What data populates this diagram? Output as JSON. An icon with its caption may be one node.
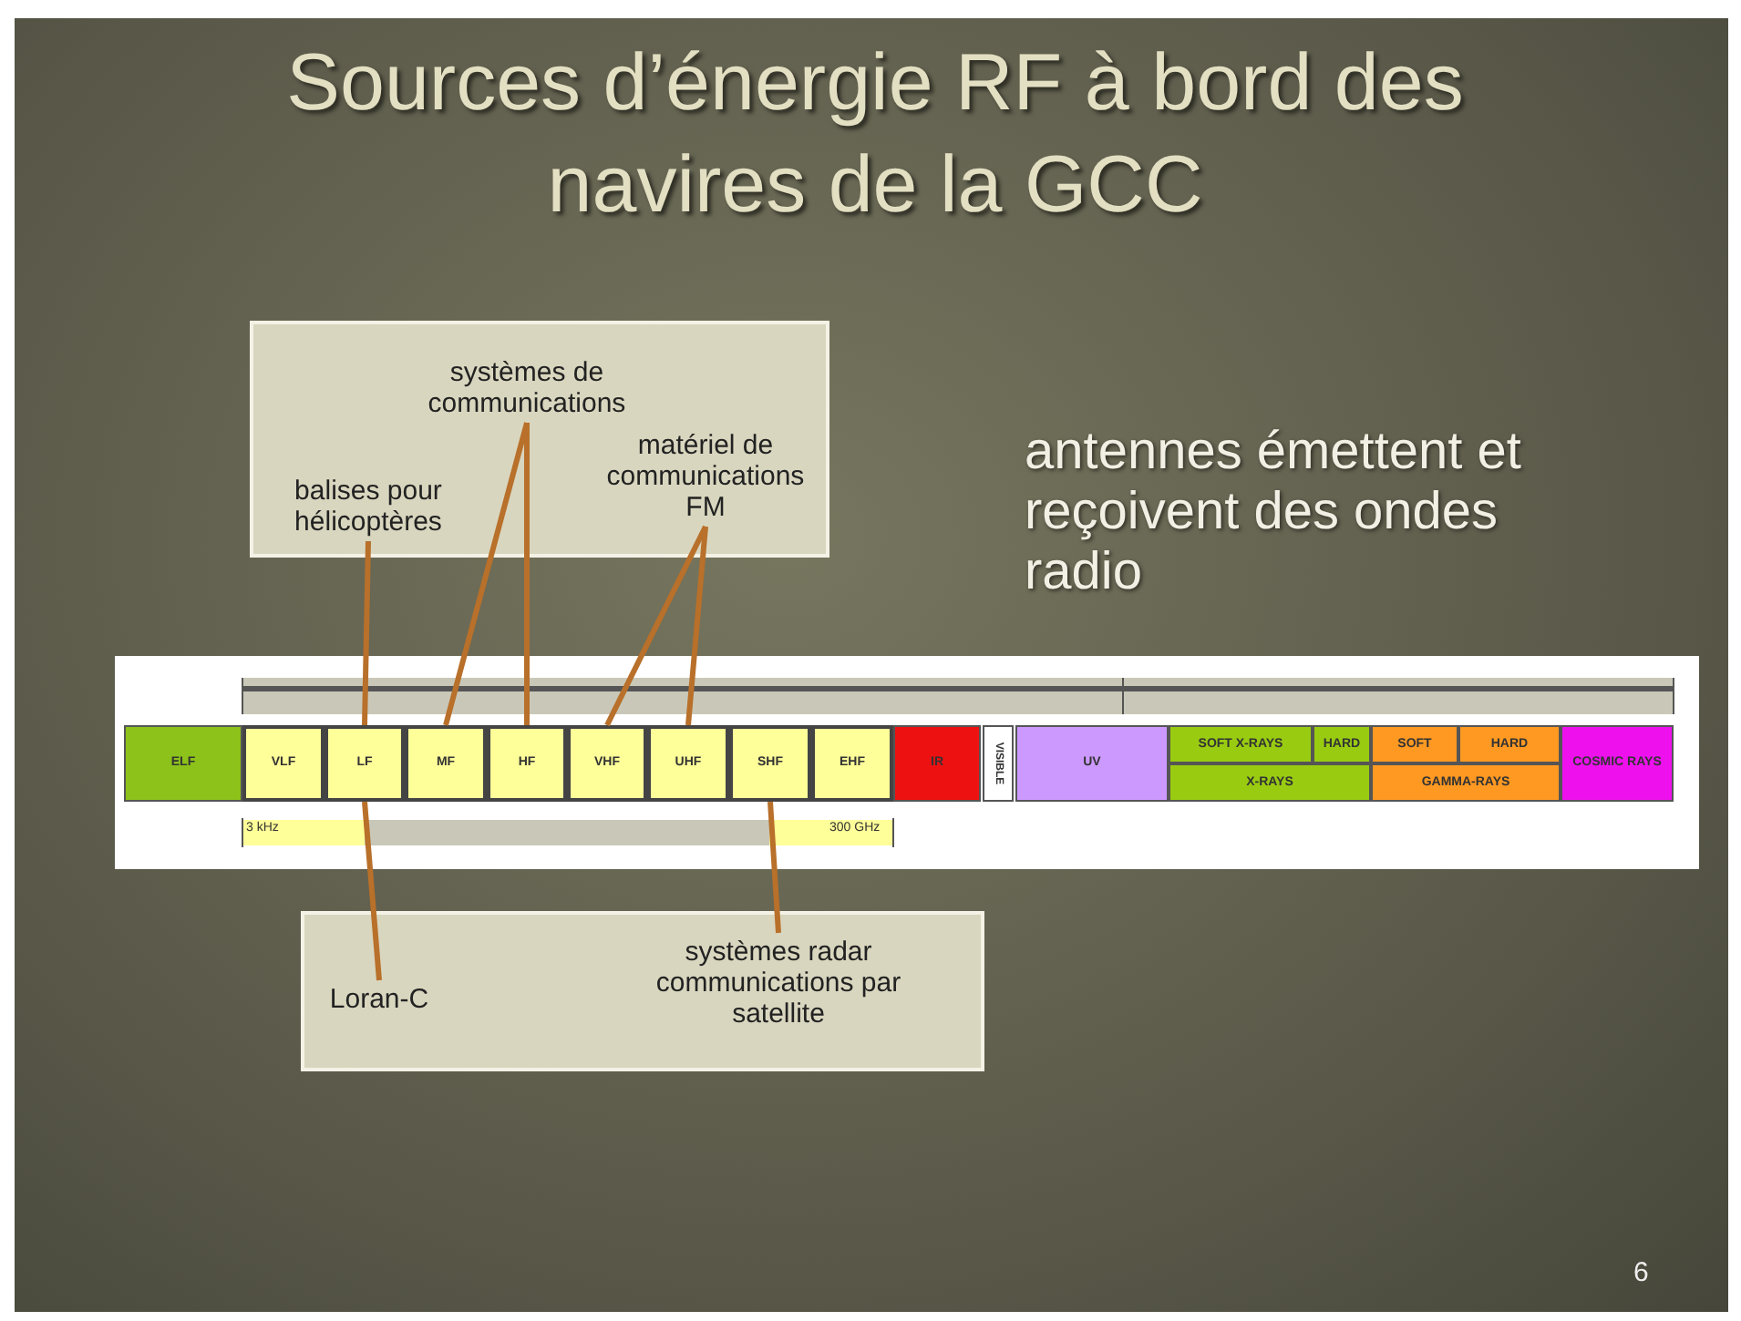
{
  "diagram": {
    "title": "Sources d’énergie RF à bord des navires de la GCC",
    "nodes": [
      {
        "text": [],
        "shape": "box"
      },
      {
        "text": [
          "systèmes de communications"
        ],
        "in": 0
      },
      {
        "text": [
          "balises pour hélicoptères"
        ],
        "in": 0
      },
      {
        "text": [
          "matériel de communications FM"
        ],
        "in": 0
      },
      {
        "text": [
          "ELF"
        ]
      },
      {
        "text": [
          "VLF"
        ]
      },
      {
        "text": [
          "LF"
        ]
      },
      {
        "text": [
          "MF"
        ]
      },
      {
        "text": [
          "HF"
        ]
      },
      {
        "text": [
          "VHF"
        ]
      },
      {
        "text": [
          "UHF"
        ]
      },
      {
        "text": [
          "SHF"
        ]
      },
      {
        "text": [
          "EHF"
        ]
      },
      {
        "text": [
          "IR"
        ]
      },
      {
        "text": [
          "VISIBLE"
        ]
      },
      {
        "text": [
          "UV"
        ]
      },
      {
        "text": [
          "SOFT X-RAYS"
        ]
      },
      {
        "text": [
          "HARD"
        ]
      },
      {
        "text": [
          "X-RAYS"
        ]
      },
      {
        "text": [
          "SOFT"
        ]
      },
      {
        "text": [
          "HARD"
        ]
      },
      {
        "text": [
          "GAMMA-RAYS"
        ]
      },
      {
        "text": [
          "COSMIC RAYS"
        ]
      },
      {
        "text": [],
        "shape": "box"
      },
      {
        "text": [
          "Loran-C"
        ],
        "in": 23
      },
      {
        "text": [
          "systèmes radar communications par satellite"
        ],
        "in": 23
      }
    ],
    "edges": [
      {
        "from": 2,
        "to": 6,
        "arrow": "none"
      },
      {
        "from": 1,
        "to": 7,
        "arrow": "none"
      },
      {
        "from": 1,
        "to": 8,
        "arrow": "none"
      },
      {
        "from": 3,
        "to": 9,
        "arrow": "none"
      },
      {
        "from": 3,
        "to": 10,
        "arrow": "none"
      },
      {
        "from": 24,
        "to": 6,
        "arrow": "none"
      },
      {
        "from": 25,
        "to": 11,
        "arrow": "none"
      }
    ],
    "labels": [
      "antennes émettent et reçoivent des ondes radio",
      "3 kHz",
      "300 GHz",
      "6"
    ]
  }
}
